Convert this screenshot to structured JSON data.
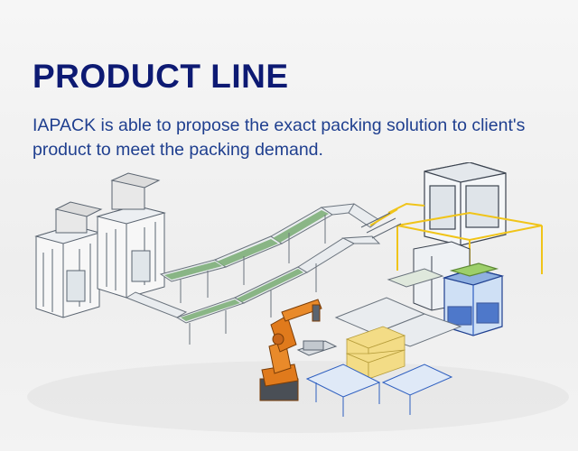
{
  "header": {
    "title": "PRODUCT LINE"
  },
  "intro": {
    "text": "IAPACK is able to propose the exact packing solution to client's product to meet the packing demand."
  },
  "illustration": {
    "subject": "packing-line-illustration",
    "colors": {
      "conveyor": "#e9ecef",
      "conveyor_belt": "#7fb07a",
      "frame_line": "#5a6470",
      "robot": "#e07a1c",
      "pallet_station": "#2e5fc0",
      "yellow_frame": "#f0c419",
      "bags": "#f3dc86"
    }
  }
}
